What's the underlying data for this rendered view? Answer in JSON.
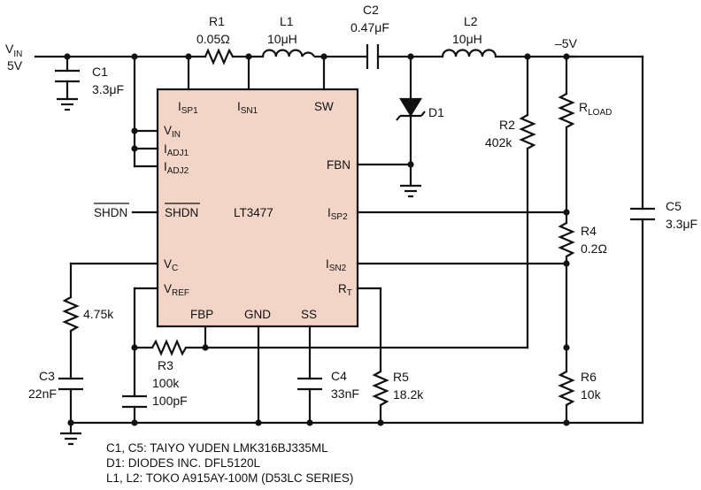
{
  "ic": {
    "name": "LT3477",
    "fill": "#f3d5c8",
    "pins": {
      "isp1": {
        "main": "I",
        "sub": "SP1"
      },
      "isn1": {
        "main": "I",
        "sub": "SN1"
      },
      "sw": "SW",
      "vin": {
        "main": "V",
        "sub": "IN"
      },
      "iadj1": {
        "main": "I",
        "sub": "ADJ1"
      },
      "iadj2": {
        "main": "I",
        "sub": "ADJ2"
      },
      "fbn": "FBN",
      "shdn": "SHDN",
      "isp2": {
        "main": "I",
        "sub": "SP2"
      },
      "vc": {
        "main": "V",
        "sub": "C"
      },
      "isn2": {
        "main": "I",
        "sub": "SN2"
      },
      "vref": {
        "main": "V",
        "sub": "REF"
      },
      "rt": {
        "main": "R",
        "sub": "T"
      },
      "fbp": "FBP",
      "gnd": "GND",
      "ss": "SS"
    }
  },
  "input": {
    "main": "V",
    "sub": "IN",
    "value": "5V"
  },
  "output": {
    "value": "–5V"
  },
  "shdn_net": "SHDN",
  "components": {
    "r1": {
      "ref": "R1",
      "value": "0.05Ω"
    },
    "l1": {
      "ref": "L1",
      "value": "10μH"
    },
    "c2": {
      "ref": "C2",
      "value": "0.47μF"
    },
    "l2": {
      "ref": "L2",
      "value": "10μH"
    },
    "c1": {
      "ref": "C1",
      "value": "3.3μF"
    },
    "d1": {
      "ref": "D1"
    },
    "r2": {
      "ref": "R2",
      "value": "402k"
    },
    "rload": {
      "main": "R",
      "sub": "LOAD"
    },
    "c5": {
      "ref": "C5",
      "value": "3.3μF"
    },
    "r4": {
      "ref": "R4",
      "value": "0.2Ω"
    },
    "r6": {
      "ref": "R6",
      "value": "10k"
    },
    "rc": {
      "value": "4.75k"
    },
    "c3": {
      "ref": "C3",
      "value": "22nF"
    },
    "r3": {
      "ref": "R3",
      "value": "100k"
    },
    "cc": {
      "value": "100pF"
    },
    "c4": {
      "ref": "C4",
      "value": "33nF"
    },
    "r5": {
      "ref": "R5",
      "value": "18.2k"
    }
  },
  "notes": [
    "C1, C5: TAIYO YUDEN LMK316BJ335ML",
    "D1: DIODES INC. DFL5120L",
    "L1, L2: TOKO A915AY-100M (D53LC SERIES)"
  ]
}
